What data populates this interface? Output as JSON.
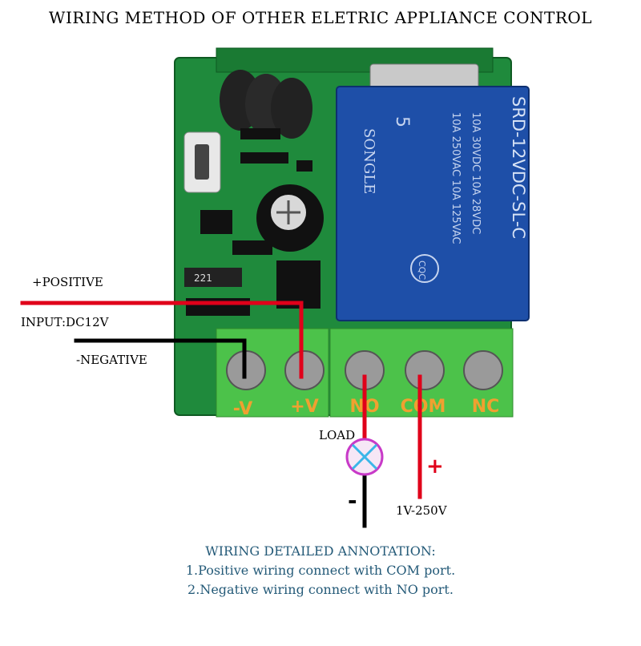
{
  "title": "WIRING METHOD OF OTHER ELETRIC APPLIANCE CONTROL",
  "wires": {
    "positive": "+POSITIVE",
    "input": "INPUT:DC12V",
    "negative": "-NEGATIVE",
    "load": "LOAD",
    "load_minus": "-",
    "com_plus": "+",
    "voltage": "1V-250V"
  },
  "terminals": [
    "-V",
    "+V",
    "NO",
    "COM",
    "NC"
  ],
  "relay": {
    "brand": "SONGLE",
    "model": "SRD-12VDC-SL-C",
    "ratings": [
      "10A 250VAC  10A 125VAC",
      "10A 30VDC  10A 28VDC"
    ],
    "pin_number": "5",
    "cert": "CQC",
    "component_label": "221"
  },
  "colors": {
    "pcb": "#1f8a3c",
    "relay": "#1e4fa8",
    "terminal_block": "#4cc24a",
    "terminal_text": "#f0a030",
    "red_wire": "#e0001a",
    "black_wire": "#000000",
    "notes": "#245a78"
  },
  "annotation": {
    "heading": "WIRING DETAILED ANNOTATION:",
    "lines": [
      "1.Positive wiring connect with COM port.",
      "2.Negative wiring connect with NO port."
    ]
  }
}
